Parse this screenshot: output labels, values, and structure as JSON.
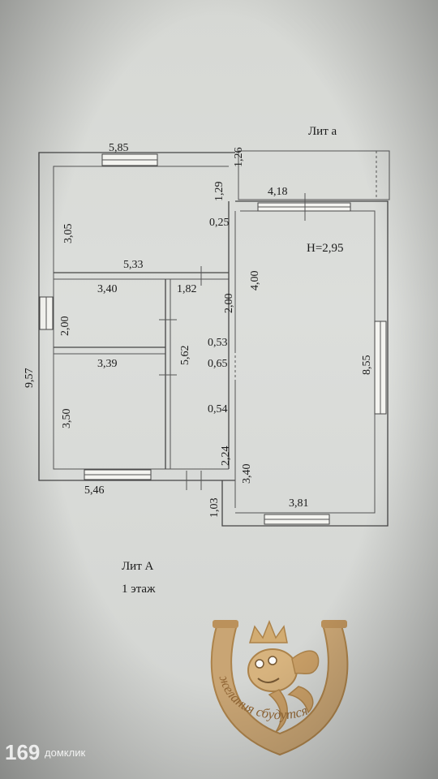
{
  "plan": {
    "lit_a_small": "Лит а",
    "lit_a_big": "Лит А",
    "floor": "1 этаж",
    "height": "Н=2,95",
    "dims": {
      "top_outer": "5,85",
      "porch_depth": "1,26",
      "porch_width": "4,18",
      "room1_depth": "1,29",
      "wall_025": "0,25",
      "room1_left": "3,05",
      "room1_width": "5,33",
      "room2_width": "3,40",
      "room2_depth": "2,00",
      "hall_width": "1,82",
      "hall_upper": "2,00",
      "total_left": "9,57",
      "room3_width": "3,39",
      "room3_depth": "3,50",
      "hall_length": "5,62",
      "gap_053": "0,53",
      "gap_065": "0,65",
      "gap_054": "0,54",
      "hall_lower": "2,24",
      "big_upper": "4,00",
      "big_right": "8,55",
      "big_lower": "3,40",
      "bottom_left": "5,46",
      "step": "1,03",
      "bottom_right": "3,81"
    }
  },
  "logo": {
    "motto": "желания сбудутся"
  },
  "watermark": {
    "number": "169",
    "brand": "домклик"
  }
}
